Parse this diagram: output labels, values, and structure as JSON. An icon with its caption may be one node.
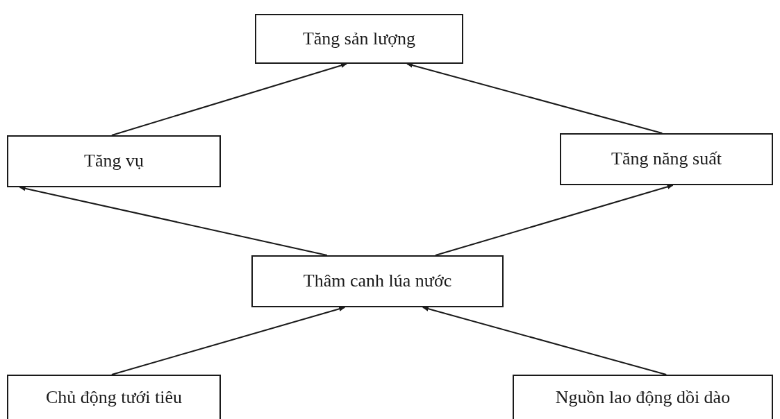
{
  "diagram": {
    "nodes": [
      {
        "text": [
          "Tăng sản lượng"
        ]
      },
      {
        "text": [
          "Tăng vụ"
        ]
      },
      {
        "text": [
          "Tăng năng suất"
        ]
      },
      {
        "text": [
          "Thâm canh lúa nước"
        ]
      },
      {
        "text": [
          "Chủ động tưới tiêu"
        ]
      },
      {
        "text": [
          "Nguồn lao động dồi dào"
        ]
      }
    ],
    "edges": [
      {
        "from": 1,
        "to": 0,
        "arrow": "to"
      },
      {
        "from": 2,
        "to": 0,
        "arrow": "to"
      },
      {
        "from": 3,
        "to": 1,
        "arrow": "to"
      },
      {
        "from": 3,
        "to": 2,
        "arrow": "to"
      },
      {
        "from": 4,
        "to": 3,
        "arrow": "to"
      },
      {
        "from": 5,
        "to": 3,
        "arrow": "to"
      }
    ]
  }
}
